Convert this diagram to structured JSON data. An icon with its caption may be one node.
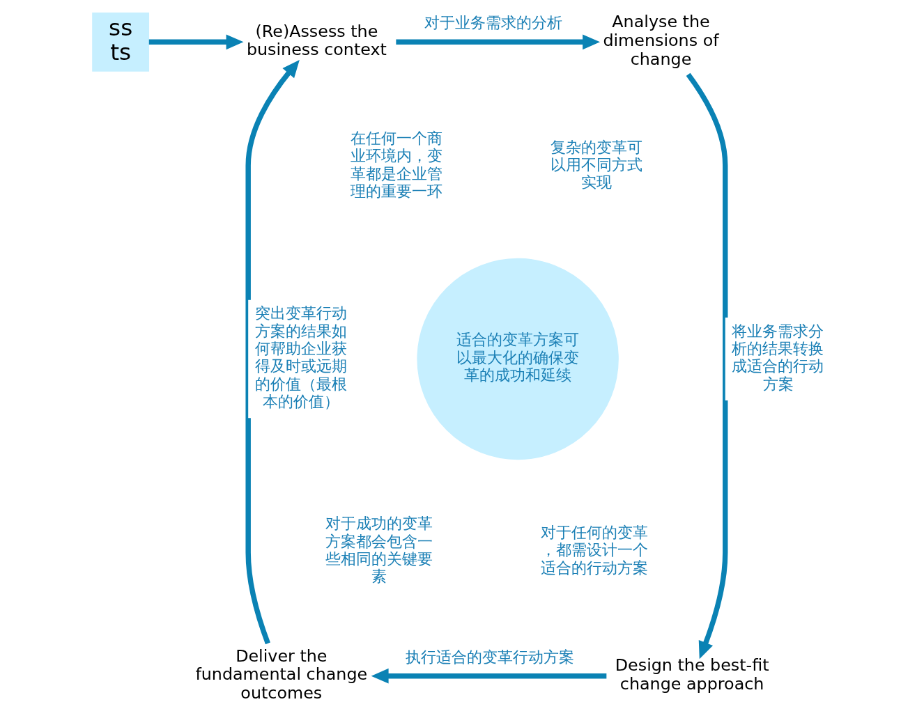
{
  "diagram": {
    "nodes": [
      {
        "text": [
          "ss",
          "ts"
        ]
      },
      {
        "text": [
          "(Re)Assess the business context"
        ]
      },
      {
        "text": [
          "Analyse the dimensions of change"
        ]
      },
      {
        "text": [
          "Design the best-fit change approach"
        ]
      },
      {
        "text": [
          "Deliver the fundamental change outcomes"
        ]
      },
      {
        "text": [
          "在任何一个商业环境内，变革都是企业管理的重要一环"
        ]
      },
      {
        "text": [
          "复杂的变革可以用不同方式实现"
        ]
      },
      {
        "text": [
          "适合的变革方案可以最大化的确保变革的成功和延续"
        ]
      },
      {
        "text": [
          "对于成功的变革方案都会包含一些相同的关键要素"
        ]
      },
      {
        "text": [
          "对于任何的变革，都需设计一个适合的行动方案"
        ]
      }
    ],
    "edges": [
      {
        "from": 0,
        "to": 1,
        "arrow": "to"
      },
      {
        "from": 1,
        "to": 2,
        "arrow": "to",
        "label": "对于业务需求的分析"
      },
      {
        "from": 2,
        "to": 3,
        "arrow": "to",
        "label": "将业务需求分析的结果转换成适合的行动方案"
      },
      {
        "from": 3,
        "to": 4,
        "arrow": "to",
        "label": "执行适合的变革行动方案"
      },
      {
        "from": 4,
        "to": 1,
        "arrow": "to",
        "label": "突出变革行动方案的结果如何帮助企业获得及时或远期的价值（最根本的价值）"
      }
    ]
  }
}
